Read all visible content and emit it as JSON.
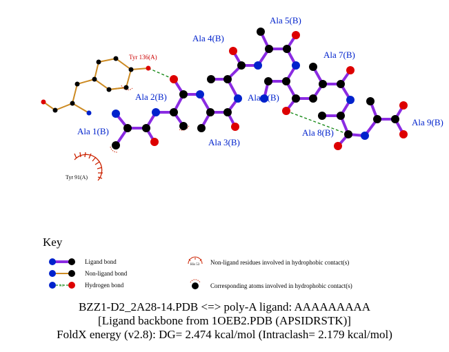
{
  "residue_labels": {
    "ala1": "Ala 1(B)",
    "ala2": "Ala 2(B)",
    "ala3": "Ala 3(B)",
    "ala4": "Ala 4(B)",
    "ala5": "Ala 5(B)",
    "ala6": "Ala 6(B)",
    "ala7": "Ala 7(B)",
    "ala8": "Ala 8(B)",
    "ala9": "Ala 9(B)",
    "tyr136": "Tyr 136(A)",
    "tyr91": "Tyr 91(A)"
  },
  "key": {
    "title": "Key",
    "ligand_bond": "Ligand bond",
    "non_ligand_bond": "Non-ligand bond",
    "hydrogen_bond": "Hydrogen bond",
    "hbond_sample_length": "3.0",
    "hydrophobic_sample_residue": "His 53",
    "hydrophobic_residues": "Non-ligand residues involved in hydrophobic contact(s)",
    "hydrophobic_atoms": "Corresponding atoms involved in hydrophobic contact(s)"
  },
  "caption": {
    "line1": "BZZ1-D2_2A28-14.PDB <=> poly-A ligand: AAAAAAAAA",
    "line2": "[Ligand backbone from 1OEB2.PDB (APSIDRSTK)]",
    "line3": "FoldX energy (v2.8): DG= 2.474 kcal/mol (Intraclash= 2.179 kcal/mol)"
  },
  "colors": {
    "ligand_bond": "#8a2be2",
    "non_ligand_bond": "#cc8a22",
    "hbond": "#1a8a1a",
    "carbon": "#000000",
    "nitrogen": "#0022cc",
    "oxygen": "#dd0000",
    "hydrophobic": "#cc2200"
  }
}
